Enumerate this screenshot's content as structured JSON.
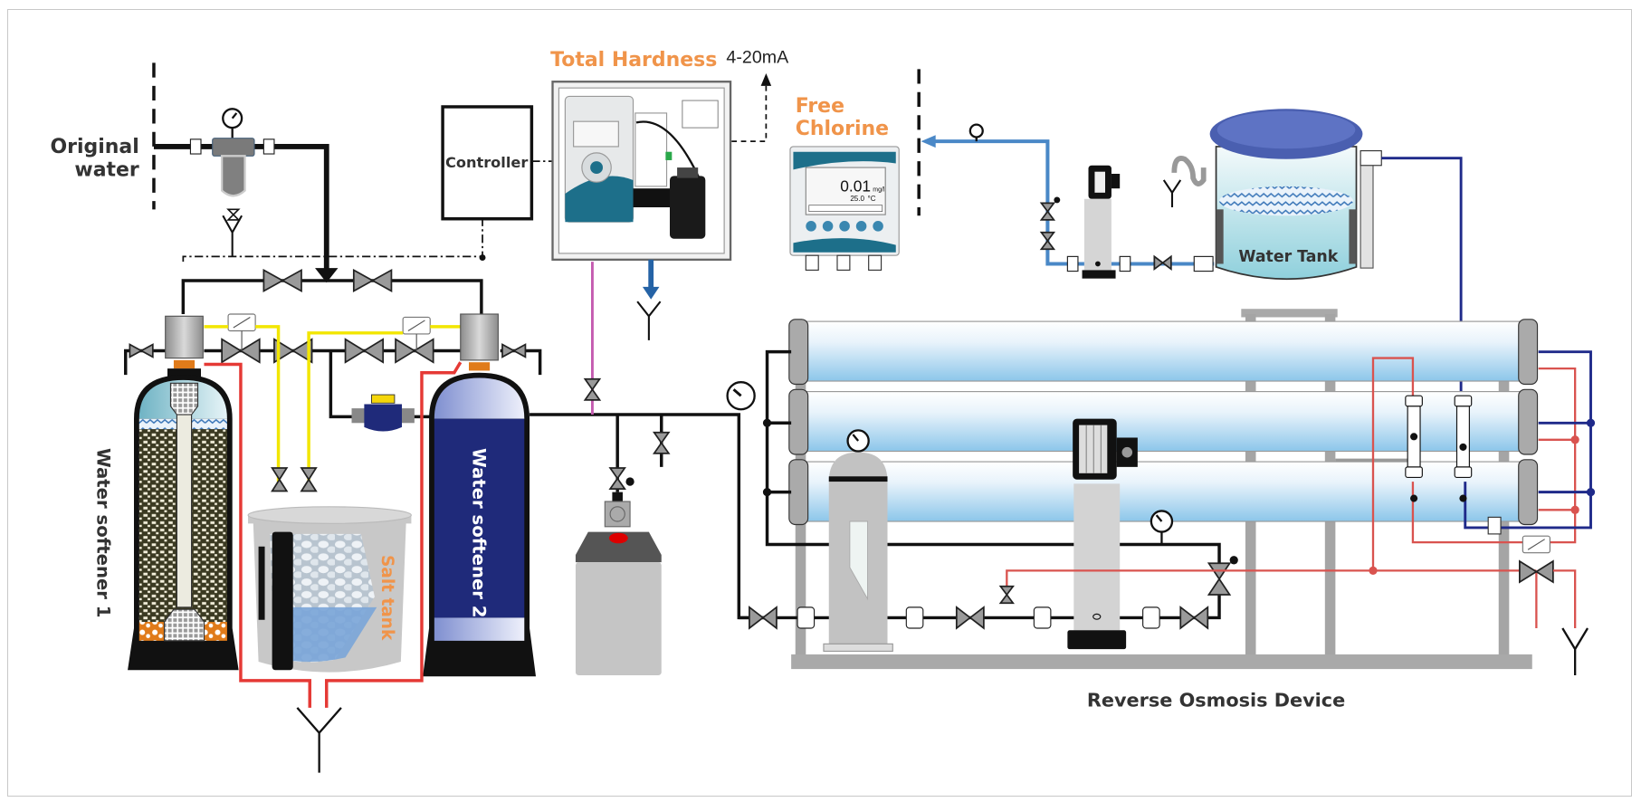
{
  "diagram": {
    "title": "Water softening and reverse osmosis treatment process",
    "labels": {
      "original_water_line1": "Original",
      "original_water_line2": "water",
      "controller": "Controller",
      "total_hardness": "Total Hardness",
      "signal": "4-20mA",
      "free_chlorine_line1": "Free",
      "free_chlorine_line2": "Chlorine",
      "water_tank": "Water Tank",
      "water_softener_1": "Water softener 1",
      "water_softener_2": "Water softener 2",
      "salt_tank": "Salt tank",
      "reverse_osmosis": "Reverse Osmosis Device"
    },
    "chlorine_meter": {
      "reading": "0.01",
      "unit": "mg/l",
      "temperature": "25.0",
      "temperature_unit": "°C"
    },
    "colors": {
      "accent_orange": "#f0944a",
      "softener_blue": "#1f2a7a",
      "ro_membrane": "#a9d4ef",
      "brine_red": "#e53935",
      "signal_yellow": "#f2e600",
      "product_blue": "#4a88c7",
      "sample_pink": "#c45bb0"
    }
  }
}
